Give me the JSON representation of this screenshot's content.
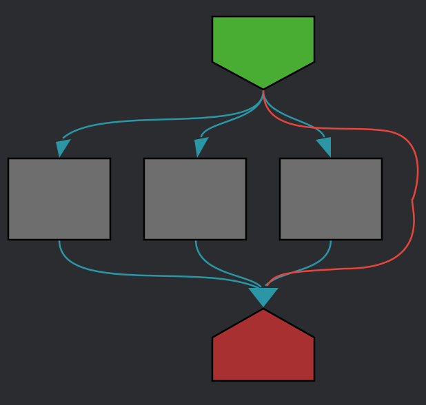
{
  "diagram": {
    "background": "#2b2c30",
    "nodes": [
      {
        "id": "start",
        "shape": "pentagon-down",
        "fill": "#4aad33",
        "label": ""
      },
      {
        "id": "task-1",
        "shape": "rectangle",
        "fill": "#6e6e6e",
        "label": ""
      },
      {
        "id": "task-2",
        "shape": "rectangle",
        "fill": "#6e6e6e",
        "label": ""
      },
      {
        "id": "task-3",
        "shape": "rectangle",
        "fill": "#6e6e6e",
        "label": ""
      },
      {
        "id": "end",
        "shape": "pentagon-up",
        "fill": "#a83030",
        "label": ""
      }
    ],
    "edges": [
      {
        "from": "start",
        "to": "task-1",
        "color": "#2a96a6"
      },
      {
        "from": "start",
        "to": "task-2",
        "color": "#2a96a6"
      },
      {
        "from": "start",
        "to": "task-3",
        "color": "#2a96a6"
      },
      {
        "from": "task-1",
        "to": "end",
        "color": "#2a96a6"
      },
      {
        "from": "task-2",
        "to": "end",
        "color": "#2a96a6"
      },
      {
        "from": "task-3",
        "to": "end",
        "color": "#2a96a6"
      },
      {
        "from": "start",
        "to": "end",
        "color": "#e8453c"
      }
    ]
  }
}
